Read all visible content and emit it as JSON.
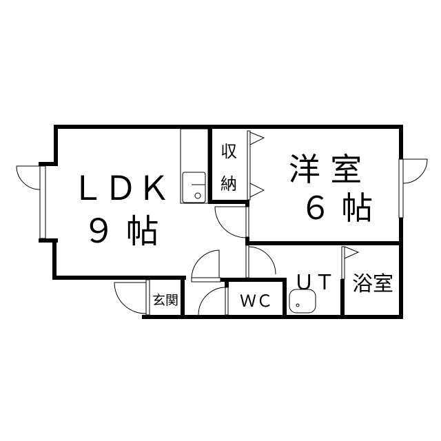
{
  "title": "Floor plan",
  "rooms": {
    "ldk": {
      "name": "ＬＤＫ",
      "size": "９ 帖"
    },
    "storage": {
      "line1": "収",
      "line2": "納"
    },
    "western_room": {
      "name": "洋 室",
      "size": "６ 帖"
    },
    "utility": {
      "name": "ＵＴ"
    },
    "bath": {
      "name": "浴室"
    },
    "toilet": {
      "name": "ＷＣ"
    },
    "entrance": {
      "name": "玄関"
    }
  }
}
